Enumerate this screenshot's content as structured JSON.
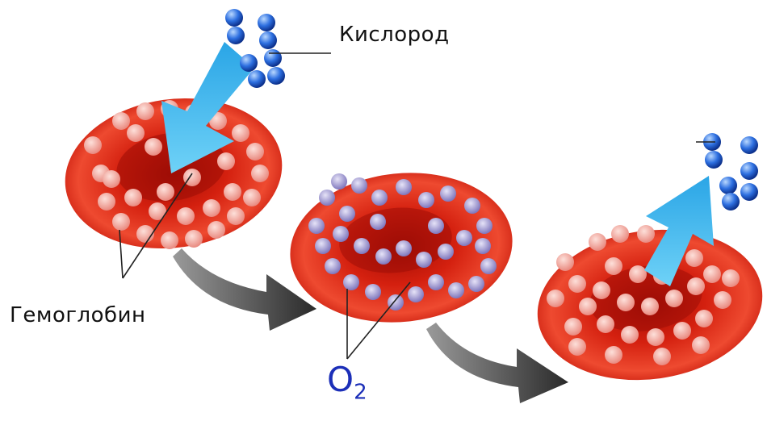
{
  "labels": {
    "oxygen": "Кислород",
    "hemoglobin": "Гемоглобин",
    "o2_main": "O",
    "o2_sub": "2"
  },
  "colors": {
    "cell_dark": "#b81208",
    "cell_mid": "#e8301c",
    "cell_light": "#f56a4e",
    "hemoglobin_dot": "#f2a9a0",
    "oxygenated_dot": "#8f88c8",
    "oxygen_molecule": "#1f5fd6",
    "inflow_arrow": "#3fb6ec",
    "flow_arrow": "#444444",
    "handwriting": "#1c2fb8"
  },
  "icons": [
    "oxygen-molecule-icon",
    "red-blood-cell-icon",
    "flow-arrow-icon"
  ]
}
